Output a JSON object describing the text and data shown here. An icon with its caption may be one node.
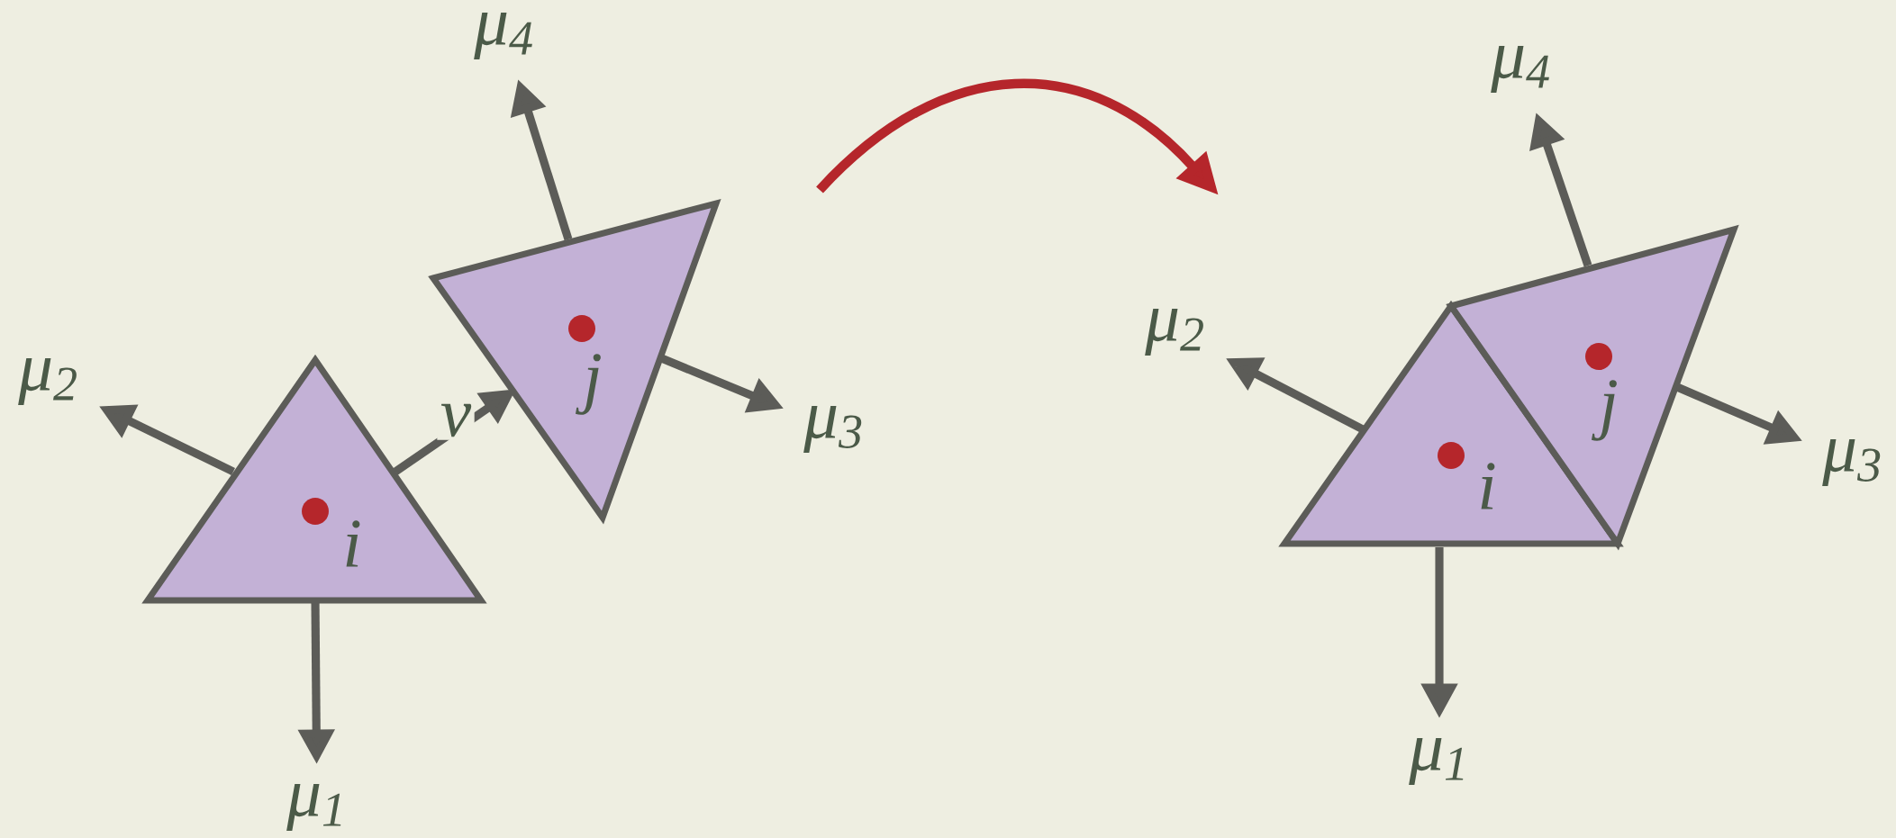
{
  "diagram": {
    "nodes": [
      {
        "text": [
          "i"
        ]
      },
      {
        "text": [
          "j"
        ]
      },
      {
        "text": [
          "μ$_{1}$"
        ]
      },
      {
        "text": [
          "μ$_{2}$"
        ]
      },
      {
        "text": [
          "μ$_{3}$"
        ]
      },
      {
        "text": [
          "μ$_{4}$"
        ]
      },
      {
        "text": [
          "i"
        ]
      },
      {
        "text": [
          "j"
        ]
      },
      {
        "text": [
          "μ$_{1}$"
        ]
      },
      {
        "text": [
          "μ$_{2}$"
        ]
      },
      {
        "text": [
          "μ$_{3}$"
        ]
      },
      {
        "text": [
          "μ$_{4}$"
        ]
      }
    ],
    "edges": [
      {
        "from": 0,
        "to": 2,
        "arrow": "to"
      },
      {
        "from": 0,
        "to": 3,
        "arrow": "to"
      },
      {
        "from": 0,
        "to": 1,
        "arrow": "to",
        "label": "ν"
      },
      {
        "from": 1,
        "to": 4,
        "arrow": "to"
      },
      {
        "from": 1,
        "to": 5,
        "arrow": "to"
      },
      {
        "from": 6,
        "to": 8,
        "arrow": "to"
      },
      {
        "from": 6,
        "to": 9,
        "arrow": "to"
      },
      {
        "from": 7,
        "to": 10,
        "arrow": "to"
      },
      {
        "from": 7,
        "to": 11,
        "arrow": "to"
      }
    ]
  }
}
